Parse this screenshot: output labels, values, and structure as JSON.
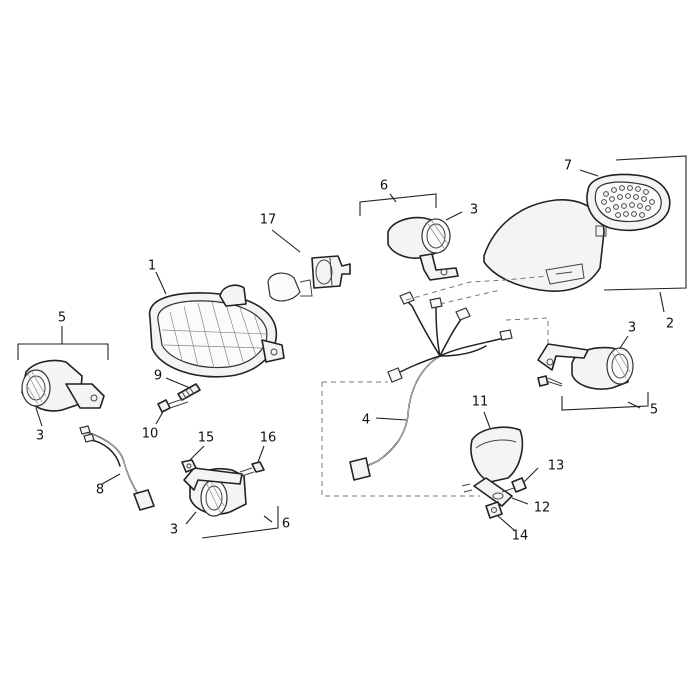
{
  "diagram": {
    "callouts": {
      "c1": "1",
      "c2": "2",
      "c3a": "3",
      "c3b": "3",
      "c3c": "3",
      "c3d": "3",
      "c4": "4",
      "c5a": "5",
      "c5b": "5",
      "c6a": "6",
      "c6b": "6",
      "c7": "7",
      "c8": "8",
      "c9": "9",
      "c10": "10",
      "c11": "11",
      "c12": "12",
      "c13": "13",
      "c14": "14",
      "c15": "15",
      "c16": "16",
      "c17": "17"
    }
  }
}
